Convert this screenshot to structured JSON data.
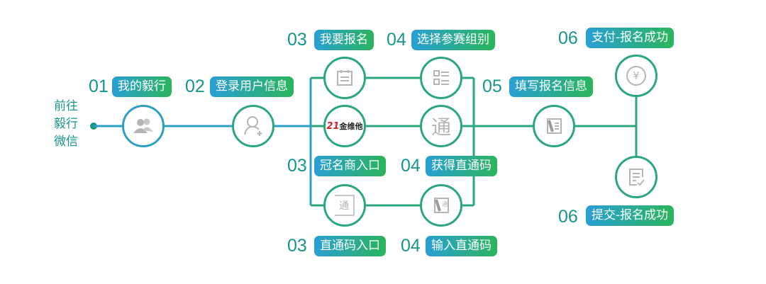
{
  "start_label": "前往毅行微信",
  "steps": [
    {
      "num": "01",
      "label": "我的毅行"
    },
    {
      "num": "02",
      "label": "登录用户信息"
    },
    {
      "num": "03",
      "label": "我要报名"
    },
    {
      "num": "04",
      "label": "选择参赛组别"
    },
    {
      "num": "03",
      "label": "冠名商入口"
    },
    {
      "num": "04",
      "label": "获得直通码"
    },
    {
      "num": "03",
      "label": "直通码入口"
    },
    {
      "num": "04",
      "label": "输入直通码"
    },
    {
      "num": "05",
      "label": "填写报名信息"
    },
    {
      "num": "06",
      "label": "支付-报名成功"
    },
    {
      "num": "06",
      "label": "提交-报名成功"
    }
  ],
  "icons": {
    "tong": "通",
    "yen": "¥",
    "sponsor_logo_num": "21",
    "sponsor_logo_text": "金维他"
  },
  "colors": {
    "blue": "#2a9fd6",
    "green": "#2bb55a",
    "teal_text": "#17968a"
  }
}
